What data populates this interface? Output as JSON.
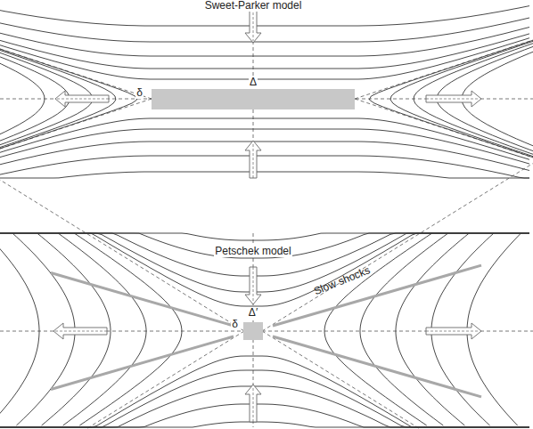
{
  "diagram": {
    "labels": [
      "Sweet-Parker model",
      "δ",
      "Δ",
      "Petschek model",
      "Slow shocks",
      "δ",
      "Δ′"
    ]
  }
}
